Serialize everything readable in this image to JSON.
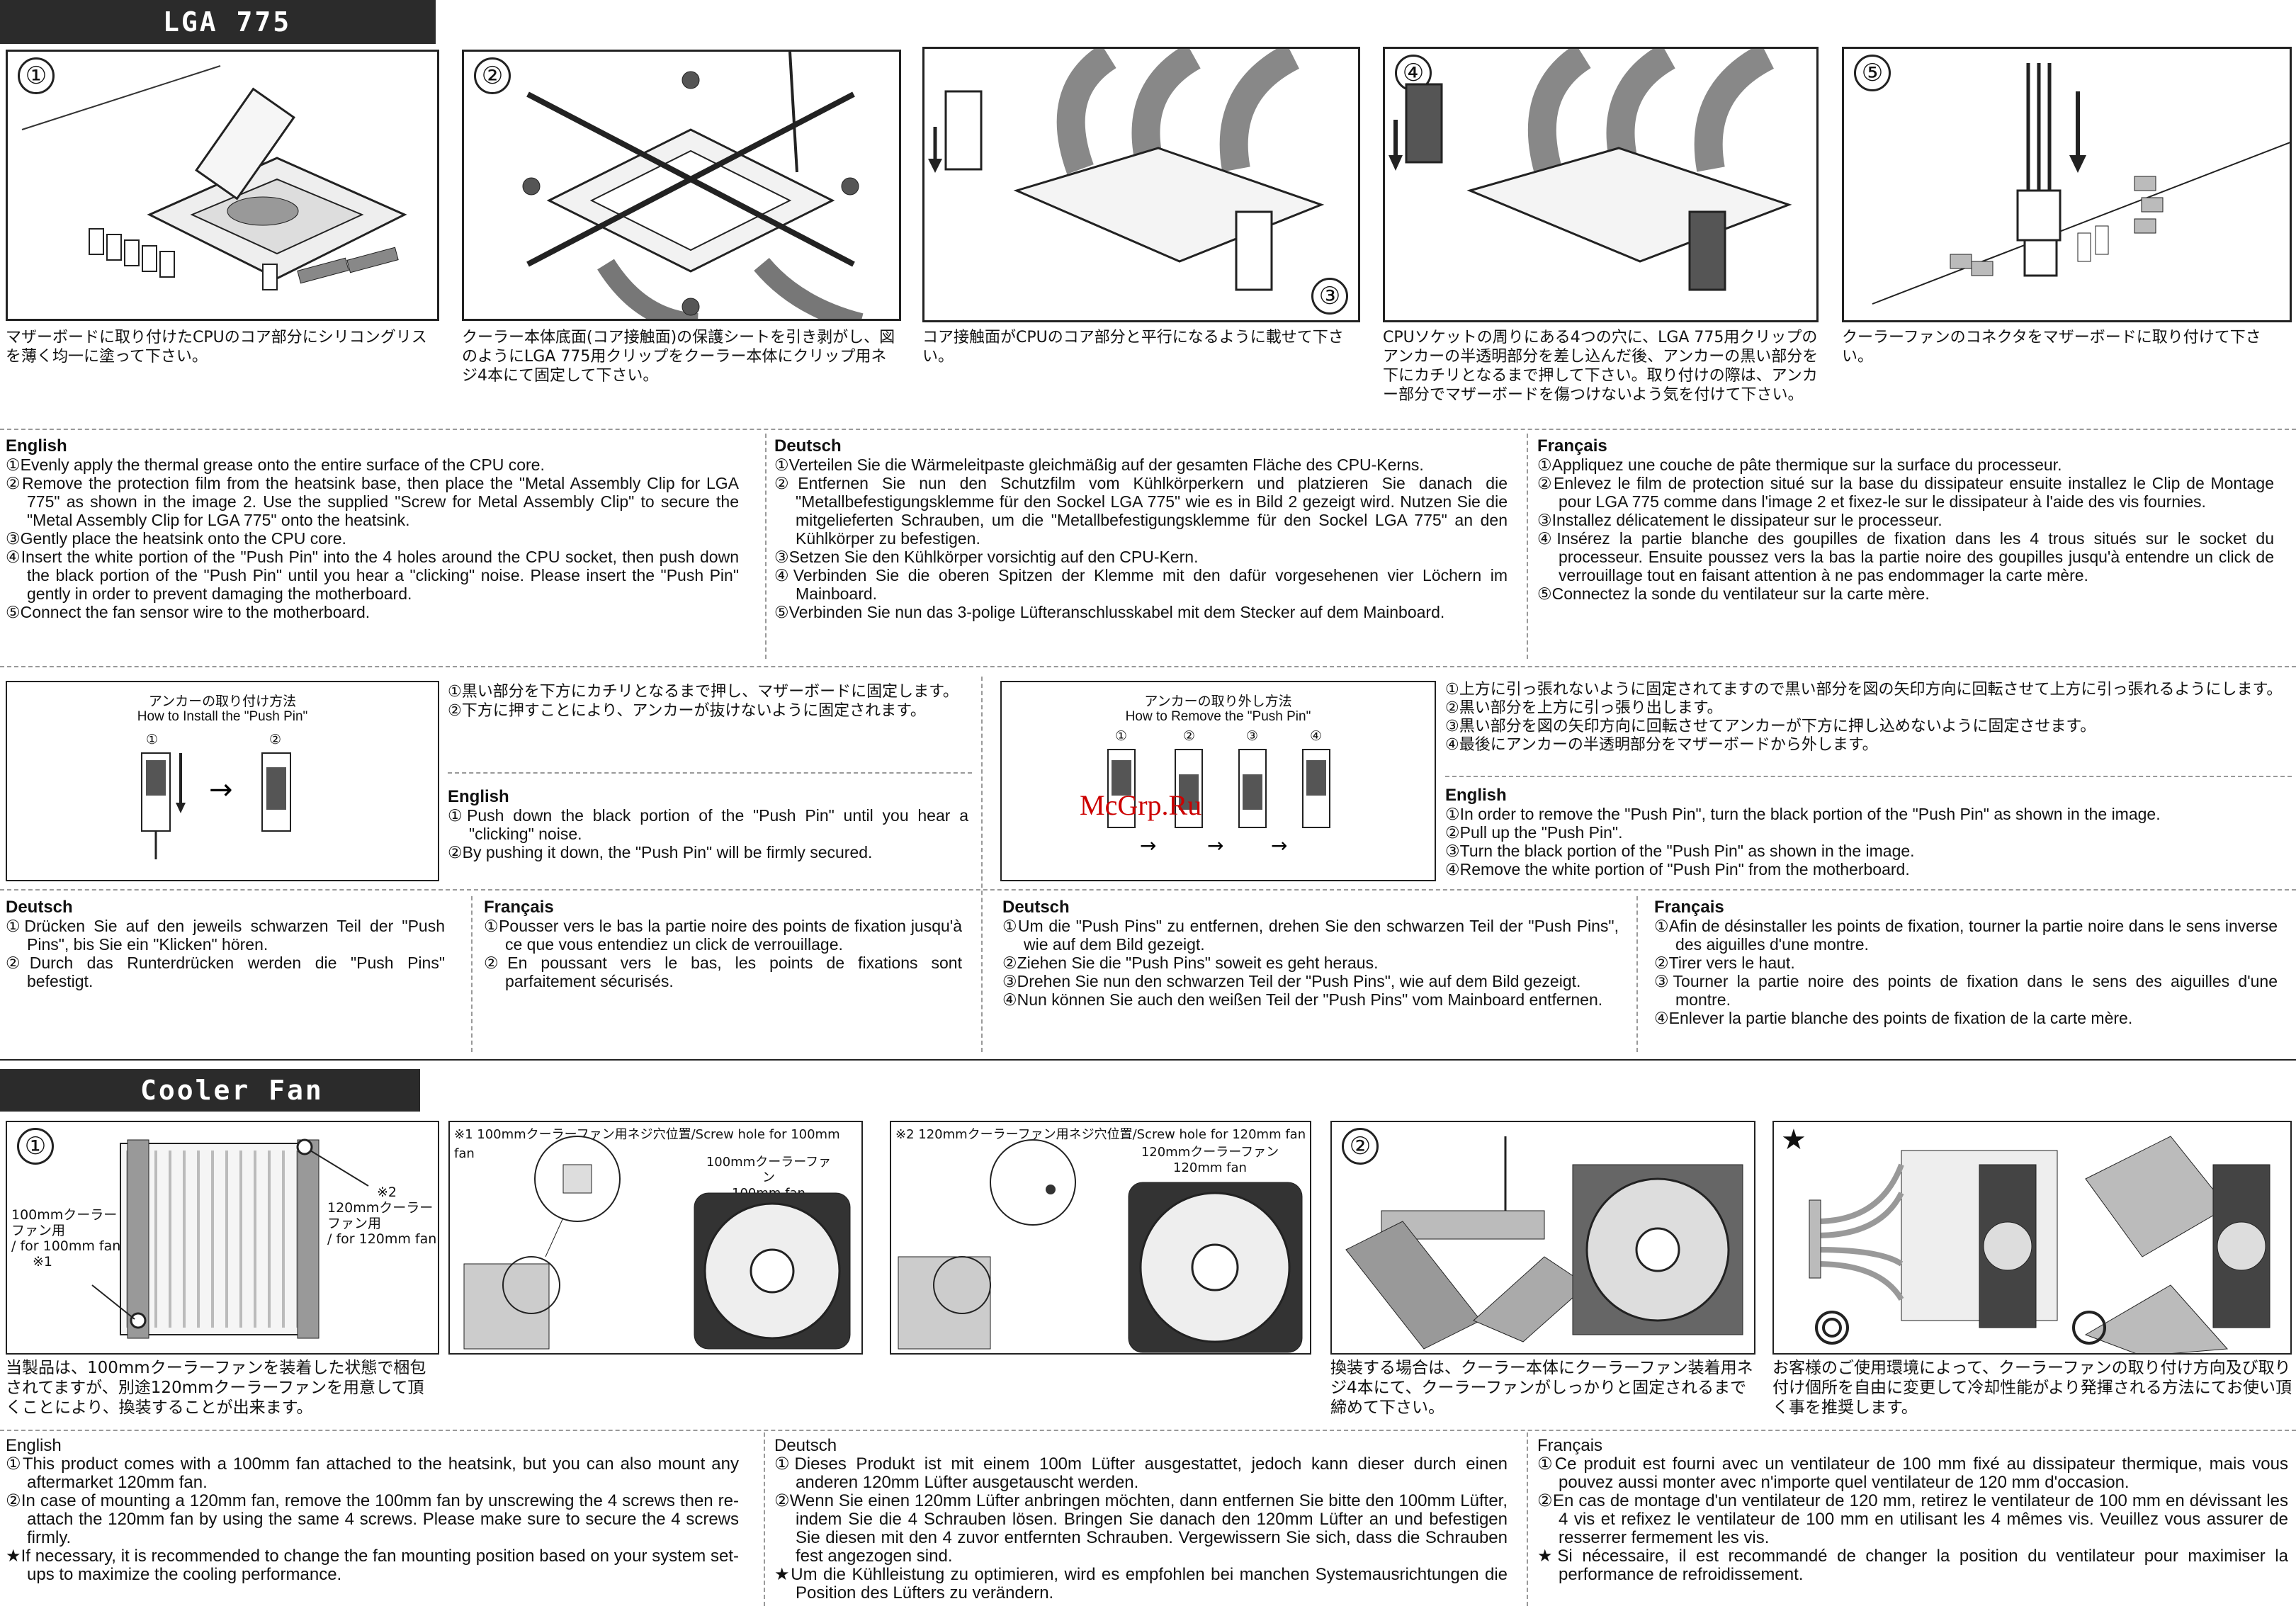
{
  "sections": {
    "lga_title": "LGA 775",
    "fan_title": "Cooler Fan"
  },
  "lga": {
    "steps": [
      {
        "num": "①",
        "jp": "マザーボードに取り付けたCPUのコア部分にシリコングリスを薄く均一に塗って下さい。"
      },
      {
        "num": "②",
        "jp": "クーラー本体底面(コア接触面)の保護シートを引き剥がし、図のようにLGA 775用クリップをクーラー本体にクリップ用ネジ4本にて固定して下さい。"
      },
      {
        "num": "③",
        "jp": "コア接触面がCPUのコア部分と平行になるように載せて下さい。"
      },
      {
        "num": "④",
        "jp": "CPUソケットの周りにある4つの穴に、LGA 775用クリップのアンカーの半透明部分を差し込んだ後、アンカーの黒い部分を下にカチリとなるまで押して下さい。取り付けの際は、アンカー部分でマザーボードを傷つけないよう気を付けて下さい。"
      },
      {
        "num": "⑤",
        "jp": "クーラーファンのコネクタをマザーボードに取り付けて下さい。"
      }
    ],
    "english": {
      "heading": "English",
      "items": [
        "①Evenly apply the thermal grease onto the entire surface of the CPU core.",
        "②Remove the protection film from the heatsink base, then place the \"Metal Assembly Clip for LGA 775\" as shown in the image 2. Use the supplied \"Screw for Metal Assembly Clip\" to secure the \"Metal Assembly Clip for LGA 775\" onto the heatsink.",
        "③Gently place the heatsink onto the CPU core.",
        "④Insert the white portion of the \"Push Pin\" into the 4 holes around the CPU socket, then push down the black portion of the \"Push Pin\" until you hear a \"clicking\" noise.  Please insert the \"Push Pin\" gently in order to prevent damaging the motherboard.",
        "⑤Connect the fan sensor wire to the motherboard."
      ]
    },
    "deutsch": {
      "heading": "Deutsch",
      "items": [
        "①Verteilen Sie die Wärmeleitpaste gleichmäßig auf der gesamten Fläche des CPU-Kerns.",
        "②Entfernen Sie nun den Schutzfilm vom Kühlkörperkern und platzieren Sie danach die \"Metallbefestigungsklemme für den Sockel LGA 775\" wie es in Bild 2 gezeigt wird. Nutzen Sie die mitgelieferten Schrauben, um die \"Metallbefestigungsklemme für den Sockel LGA 775\" an den Kühlkörper zu befestigen.",
        "③Setzen Sie den Kühlkörper vorsichtig auf den CPU-Kern.",
        "④Verbinden Sie die oberen Spitzen der Klemme mit den dafür vorgesehenen vier Löchern im  Mainboard.",
        "⑤Verbinden Sie nun das 3-polige Lüfteranschlusskabel mit dem Stecker auf dem Mainboard."
      ]
    },
    "francais": {
      "heading": "Français",
      "items": [
        "①Appliquez une couche de pâte thermique sur la surface du processeur.",
        "②Enlevez le film de protection situé sur la base du dissipateur ensuite installez le Clip de Montage pour LGA 775 comme dans l'image 2 et fixez-le sur le dissipateur à l'aide des vis fournies.",
        "③Installez délicatement le dissipateur sur le processeur.",
        "④Insérez la partie blanche des goupilles de fixation dans les 4 trous situés sur le socket du processeur. Ensuite poussez vers la bas la partie noire des goupilles jusqu'à entendre un click de verrouillage tout en faisant attention à ne pas endommager la carte mère.",
        "⑤Connectez la sonde du ventilateur sur la carte mère."
      ]
    }
  },
  "install_pin": {
    "title_jp": "アンカーの取り付け方法",
    "title_en": "How to Install the \"Push Pin\"",
    "labels": [
      "①",
      "②"
    ],
    "jp": [
      "①黒い部分を下方にカチリとなるまで押し、マザーボードに固定します。",
      "②下方に押すことにより、アンカーが抜けないように固定されます。"
    ],
    "english": {
      "heading": "English",
      "items": [
        "①Push down the black portion of the \"Push Pin\" until you hear a \"clicking\" noise.",
        "②By pushing it down, the \"Push Pin\" will be firmly secured."
      ]
    },
    "deutsch": {
      "heading": "Deutsch",
      "items": [
        "①Drücken Sie auf den jeweils schwarzen Teil der \"Push Pins\", bis Sie ein \"Klicken\" hören.",
        "②Durch das Runterdrücken werden die \"Push Pins\" befestigt."
      ]
    },
    "francais": {
      "heading": "Français",
      "items": [
        "①Pousser vers le bas la partie noire des points de fixation jusqu'à ce que vous entendiez un click de verrouillage.",
        "②En poussant vers le bas, les points de fixations sont parfaitement sécurisés."
      ]
    }
  },
  "remove_pin": {
    "title_jp": "アンカーの取り外し方法",
    "title_en": "How to Remove the \"Push Pin\"",
    "labels": [
      "①",
      "②",
      "③",
      "④"
    ],
    "watermark": "McGrp.Ru",
    "jp": [
      "①上方に引っ張れないように固定されてますので黒い部分を図の矢印方向に回転させて上方に引っ張れるようにします。",
      "②黒い部分を上方に引っ張り出します。",
      "③黒い部分を図の矢印方向に回転させてアンカーが下方に押し込めないように固定させます。",
      "④最後にアンカーの半透明部分をマザーボードから外します。"
    ],
    "english": {
      "heading": "English",
      "items": [
        "①In order to remove the \"Push Pin\", turn the black portion of the \"Push Pin\" as shown in the image.",
        "②Pull up the \"Push Pin\".",
        "③Turn the black portion of the \"Push Pin\" as shown in the image.",
        "④Remove the white portion of \"Push Pin\" from the motherboard."
      ]
    },
    "deutsch": {
      "heading": "Deutsch",
      "items": [
        "①Um die \"Push Pins\" zu entfernen, drehen Sie den schwarzen Teil der \"Push Pins\", wie auf dem Bild gezeigt.",
        "②Ziehen Sie die \"Push Pins\" soweit es geht heraus.",
        "③Drehen Sie nun den schwarzen Teil der \"Push Pins\", wie auf dem Bild gezeigt.",
        "④Nun können Sie auch den weißen Teil der \"Push Pins\" vom Mainboard entfernen."
      ]
    },
    "francais": {
      "heading": "Français",
      "items": [
        "①Afin de désinstaller les points de fixation, tourner la partie noire dans le sens inverse des aiguilles d'une montre.",
        "②Tirer vers le haut.",
        "③Tourner la partie noire des points de fixation dans le sens des aiguilles d'une montre.",
        "④Enlever la partie blanche des points de fixation de la carte mère."
      ]
    }
  },
  "fan": {
    "panel1": {
      "num": "①",
      "left_label": [
        "100mmクーラー",
        "ファン用",
        "/ for 100mm fan",
        "※1"
      ],
      "right_label": [
        "※2",
        "120mmクーラー",
        "ファン用",
        "/ for 120mm fan"
      ],
      "jp": "当製品は、100mmクーラーファンを装着した状態で梱包されてますが、別途120mmクーラーファンを用意して頂くことにより、換装することが出来ます。"
    },
    "panel2": {
      "title": "※1 100mmクーラーファン用ネジ穴位置/Screw hole for 100mm fan",
      "fan_label": [
        "100mmクーラーファン",
        "100mm fan"
      ]
    },
    "panel3": {
      "title": "※2 120mmクーラーファン用ネジ穴位置/Screw hole for 120mm fan",
      "fan_label": [
        "120mmクーラーファン",
        "120mm fan"
      ]
    },
    "panel4": {
      "num": "②",
      "jp": "換装する場合は、クーラー本体にクーラーファン装着用ネジ4本にて、クーラーファンがしっかりと固定されるまで締めて下さい。"
    },
    "panel5": {
      "num": "★",
      "jp": "お客様のご使用環境によって、クーラーファンの取り付け方向及び取り付け個所を自由に変更して冷却性能がより発揮される方法にてお使い頂く事を推奨します。"
    },
    "english": {
      "heading": "English",
      "items": [
        "①This product comes with a 100mm fan attached to the heatsink, but you can also mount any aftermarket 120mm fan.",
        "②In case of mounting a 120mm fan, remove the 100mm fan by unscrewing the 4 screws then re-attach the 120mm fan by using the same 4 screws.  Please make sure to secure the 4 screws firmly.",
        "★If necessary, it is recommended to change the fan mounting position based on your system set-ups to maximize the cooling performance."
      ]
    },
    "deutsch": {
      "heading": "Deutsch",
      "items": [
        "①Dieses Produkt ist mit einem 100m Lüfter ausgestattet, jedoch kann dieser durch einen anderen 120mm Lüfter ausgetauscht werden.",
        "②Wenn Sie einen 120mm Lüfter anbringen möchten, dann entfernen Sie bitte den 100mm Lüfter, indem Sie die 4 Schrauben lösen. Bringen Sie danach den 120mm Lüfter an und befestigen Sie diesen mit den 4 zuvor entfernten Schrauben. Vergewissern Sie sich, dass die Schrauben fest angezogen sind.",
        "★Um die Kühlleistung zu optimieren, wird es empfohlen bei manchen Systemausrichtungen die Position des Lüfters zu verändern."
      ]
    },
    "francais": {
      "heading": "Français",
      "items": [
        "①Ce produit est fourni avec un ventilateur de 100 mm fixé au dissipateur thermique, mais vous pouvez aussi monter avec n'importe quel ventilateur de 120 mm d'occasion.",
        "②En cas de montage d'un ventilateur de 120 mm, retirez le ventilateur de 100 mm en dévissant les 4 vis et refixez le ventilateur de 100 mm en utilisant les 4 mêmes vis. Veuillez vous assurer de resserrer fermement les vis.",
        "★Si nécessaire, il est recommandé de changer la position du ventilateur pour maximiser la performance de refroidissement."
      ]
    }
  }
}
